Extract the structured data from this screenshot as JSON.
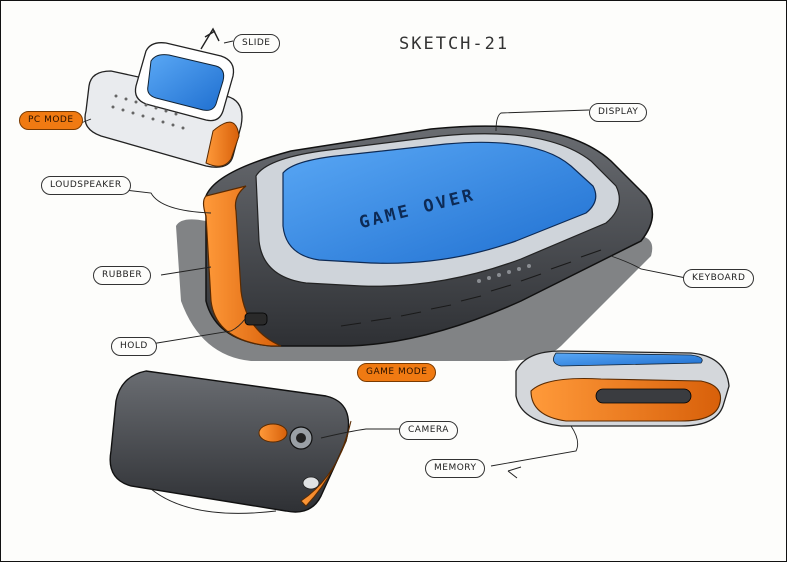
{
  "title": "SKETCH-21",
  "screen_text": "GAME OVER",
  "labels": {
    "slide": "SLIDE",
    "pc_mode": "PC MODE",
    "display": "DISPLAY",
    "loudspeaker": "LOUDSPEAKER",
    "rubber": "RUBBER",
    "keyboard": "KEYBOARD",
    "hold": "HOLD",
    "game_mode": "GAME MODE",
    "camera": "CAMERA",
    "memory": "MEMORY"
  },
  "colors": {
    "accent_orange": "#f07a12",
    "screen_blue": "#2f8be8",
    "body_gray": "#4a4d52"
  }
}
